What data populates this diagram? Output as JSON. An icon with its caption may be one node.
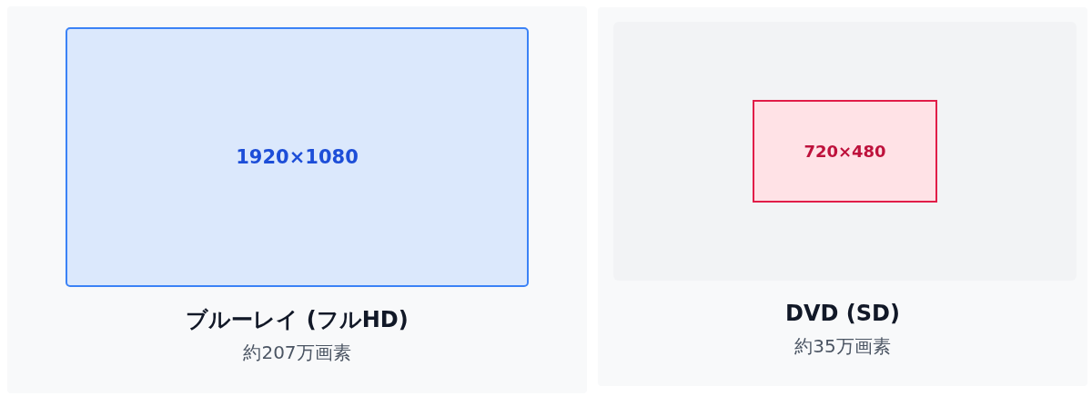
{
  "diagram": {
    "nodes": [
      {
        "text": [
          "ブルーレイ (フルHD)",
          "約207万画素"
        ]
      },
      {
        "text": [
          "1920×1080"
        ],
        "in": 0
      },
      {
        "text": [
          "DVD (SD)",
          "約35万画素"
        ]
      },
      {
        "text": [],
        "shape": "box",
        "in": 2
      },
      {
        "text": [
          "720×480"
        ],
        "in": 3
      }
    ],
    "edges": []
  }
}
